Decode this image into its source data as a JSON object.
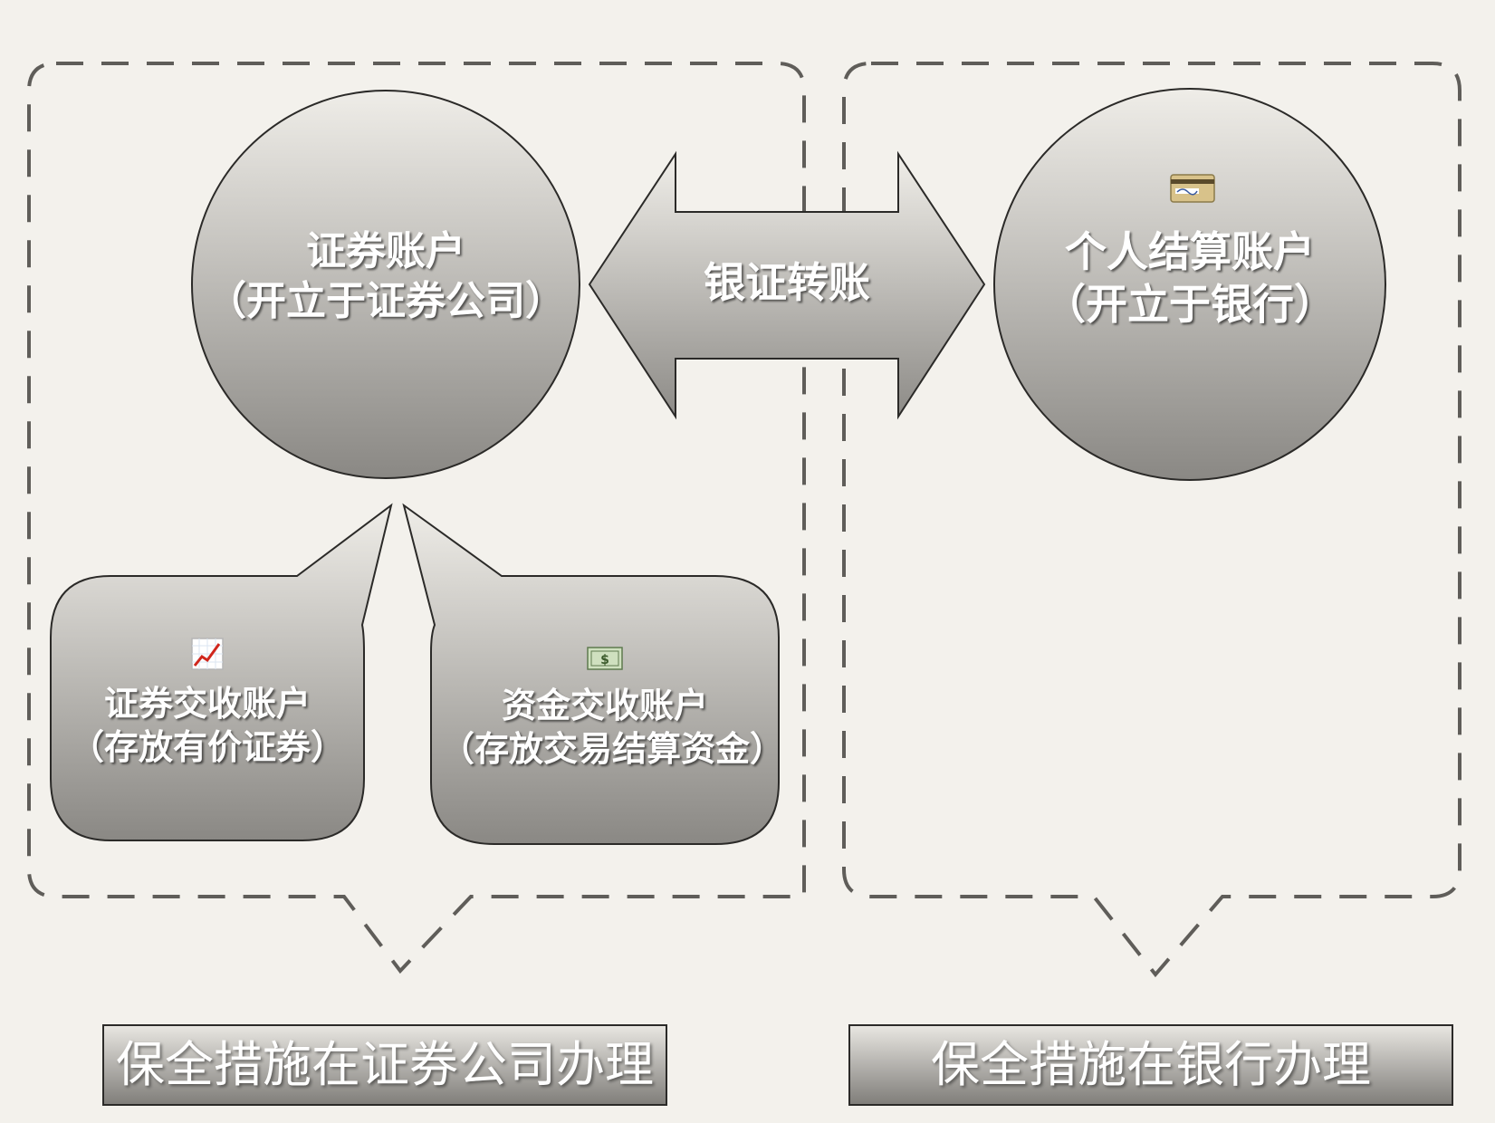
{
  "regions": {
    "left": {
      "caption": "保全措施在证券公司办理"
    },
    "right": {
      "caption": "保全措施在银行办理"
    }
  },
  "nodes": {
    "securities_account": {
      "title": "证券账户",
      "subtitle": "（开立于证券公司）"
    },
    "personal_account": {
      "title": "个人结算账户",
      "subtitle": "（开立于银行）",
      "icon": "credit-card-icon"
    },
    "securities_settlement": {
      "title": "证券交收账户",
      "subtitle": "（存放有价证券）",
      "icon": "chart-increasing-icon"
    },
    "fund_settlement": {
      "title": "资金交收账户",
      "subtitle": "（存放交易结算资金）",
      "icon": "dollar-banknote-icon"
    }
  },
  "connector": {
    "label": "银证转账"
  },
  "colors": {
    "background": "#f3f1ec",
    "shape_top": "#ebe9e3",
    "shape_bottom": "#8a8884",
    "dashed_border": "#5f5d59"
  }
}
